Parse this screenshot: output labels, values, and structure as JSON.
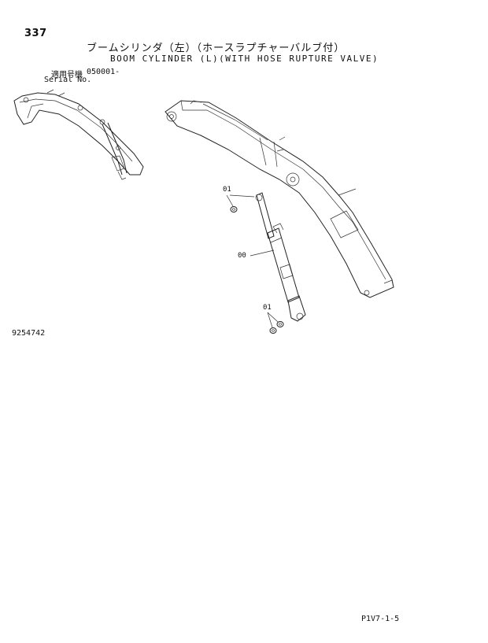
{
  "header": {
    "page_number": "337",
    "title_jp": "ブームシリンダ（左）（ホースラプチャーバルブ付）",
    "title_en": "BOOM CYLINDER (L)(WITH HOSE RUPTURE VALVE)",
    "serial_label_jp": "適用号機",
    "serial_value": "050001-",
    "serial_label_en": "Serial No."
  },
  "callouts": {
    "part_01_top": "01",
    "part_00": "00",
    "part_01_bottom": "01"
  },
  "footer": {
    "drawing_number": "9254742",
    "page_code": "P1V7-1-5"
  }
}
